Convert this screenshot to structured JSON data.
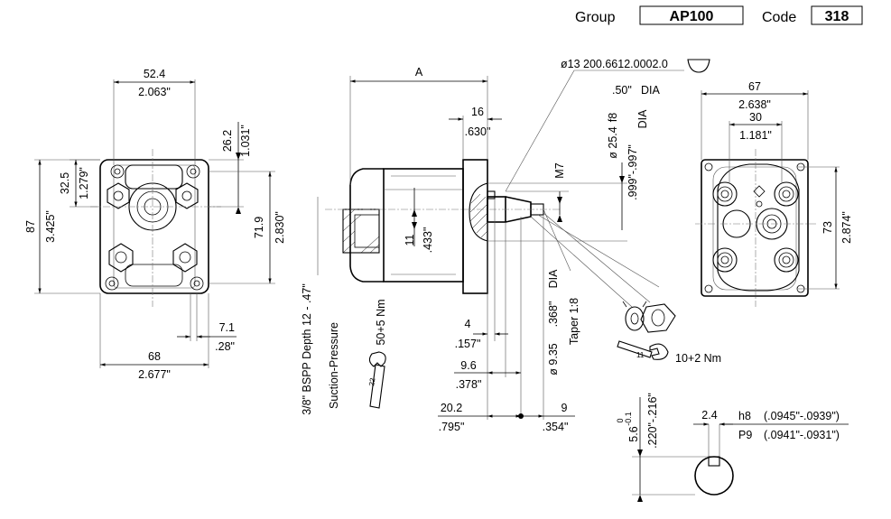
{
  "header": {
    "group_label": "Group",
    "group_value": "AP100",
    "code_label": "Code",
    "code_value": "318"
  },
  "front_view": {
    "width_mm": "52.4",
    "width_in": "2.063\"",
    "offset_mm": "26.2",
    "offset_in": "1.031\"",
    "port_mm": "32.5",
    "port_in": "1.279\"",
    "height_mm": "87",
    "height_in": "3.425\"",
    "inner_height_mm": "71.9",
    "inner_height_in": "2.830\"",
    "hole_mm": "7.1",
    "hole_in": ".28\"",
    "base_mm": "68",
    "base_in": "2.677\""
  },
  "side_view": {
    "length_label": "A",
    "flange_mm": "16",
    "flange_in": ".630\"",
    "boss_mm": "11",
    "boss_in": ".433\"",
    "port_thread": "3/8\" BSPP Depth 12 - .47\"",
    "port_type": "Suction-Pressure",
    "port_torque": "50+5 Nm",
    "port_wrench": "22",
    "shaft_step_mm": "4",
    "shaft_step_in": ".157\"",
    "key_len_mm": "9.6",
    "key_len_in": ".378\"",
    "shaft_len_mm": "20.2",
    "shaft_len_in": ".795\"",
    "taper_len_mm": "9",
    "taper_len_in": ".354\"",
    "shaft_dia_small": "ø 9.35",
    "shaft_dia_small_in": ".368\"",
    "dia_label": "DIA",
    "taper": "Taper 1:8",
    "thread": "M7",
    "pilot_dia": "ø 25.4",
    "pilot_fit": "f8",
    "pilot_in": ".999\"-.997\"",
    "pilot_dia_label": "DIA",
    "key_part": "ø13  200.6612.0002.0",
    "key_dia_in": ".50\"",
    "key_dia_label": "DIA",
    "nut_wrench": "11",
    "nut_torque": "10+2 Nm"
  },
  "rear_view": {
    "width_mm": "67",
    "width_in": "2.638\"",
    "bolt_mm": "30",
    "bolt_in": "1.181\"",
    "height_mm": "73",
    "height_in": "2.874\""
  },
  "key_detail": {
    "width_mm": "2.4",
    "fit_h8": "h8",
    "fit_h8_range": "(.0945\"-.0939\")",
    "fit_p9": "P9",
    "fit_p9_range": "(.0941\"-.0931\")",
    "height_mm": "5.6",
    "height_tol_upper": "0",
    "height_tol_lower": "-0.1",
    "height_in": ".220\"-.216\""
  },
  "colors": {
    "line": "#000000",
    "center_line": "#777777",
    "background": "#ffffff"
  }
}
